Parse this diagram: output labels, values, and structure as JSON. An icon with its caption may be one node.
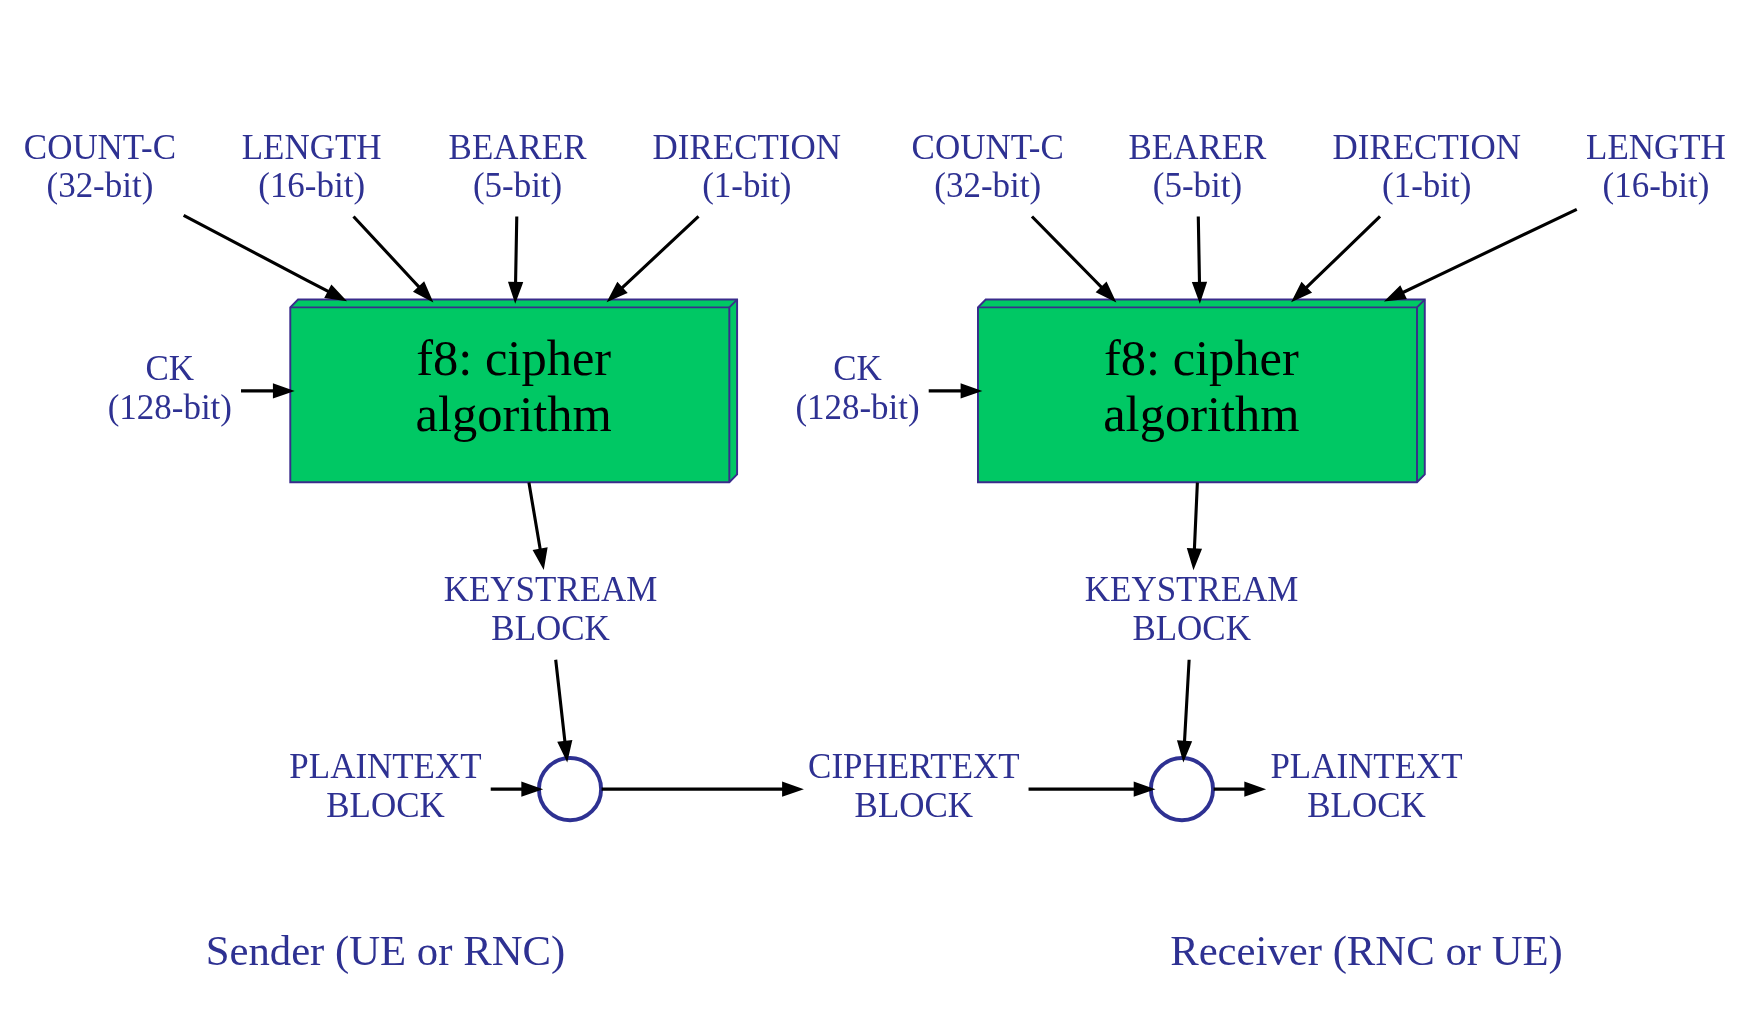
{
  "diagram": {
    "nodes": [
      {
        "text": [
          "COUNT-C (32-bit)"
        ]
      },
      {
        "text": [
          "BEARER (5-bit)"
        ]
      },
      {
        "text": [
          "DIRECTION (1-bit)"
        ]
      },
      {
        "text": [
          "LENGTH (16-bit)"
        ]
      },
      {
        "text": [
          "f8: cipher algorithm"
        ]
      },
      {
        "text": [
          "CK (128-bit)"
        ]
      },
      {
        "text": [
          "KEYSTREAM BLOCK"
        ]
      },
      {
        "text": [
          "PLAINTEXT BLOCK"
        ]
      },
      {
        "text": [],
        "shape": "circle"
      },
      {
        "text": [
          "CIPHERTEXT BLOCK"
        ]
      },
      {
        "text": [
          "COUNT-C (32-bit)"
        ]
      },
      {
        "text": [
          "BEARER (5-bit)"
        ]
      },
      {
        "text": [
          "DIRECTION (1-bit)"
        ]
      },
      {
        "text": [
          "LENGTH (16-bit)"
        ]
      },
      {
        "text": [
          "f8: cipher algorithm"
        ]
      },
      {
        "text": [
          "CK (128-bit)"
        ]
      },
      {
        "text": [
          "KEYSTREAM BLOCK"
        ]
      },
      {
        "text": [],
        "shape": "circle"
      },
      {
        "text": [
          "PLAINTEXT BLOCK"
        ]
      }
    ],
    "edges": [
      {
        "from": 0,
        "to": 4,
        "arrow": "to"
      },
      {
        "from": 1,
        "to": 4,
        "arrow": "to"
      },
      {
        "from": 2,
        "to": 4,
        "arrow": "to"
      },
      {
        "from": 3,
        "to": 4,
        "arrow": "to"
      },
      {
        "from": 5,
        "to": 4,
        "arrow": "to"
      },
      {
        "from": 4,
        "to": 6,
        "arrow": "to"
      },
      {
        "from": 6,
        "to": 8,
        "arrow": "to"
      },
      {
        "from": 7,
        "to": 8,
        "arrow": "to"
      },
      {
        "from": 8,
        "to": 9,
        "arrow": "to"
      },
      {
        "from": 10,
        "to": 14,
        "arrow": "to"
      },
      {
        "from": 11,
        "to": 14,
        "arrow": "to"
      },
      {
        "from": 12,
        "to": 14,
        "arrow": "to"
      },
      {
        "from": 13,
        "to": 14,
        "arrow": "to"
      },
      {
        "from": 15,
        "to": 14,
        "arrow": "to"
      },
      {
        "from": 14,
        "to": 16,
        "arrow": "to"
      },
      {
        "from": 9,
        "to": 17,
        "arrow": "to"
      },
      {
        "from": 16,
        "to": 17,
        "arrow": "to"
      },
      {
        "from": 17,
        "to": 18,
        "arrow": "to"
      }
    ],
    "labels": [
      "Sender (UE or RNC)",
      "Receiver (RNC or UE)"
    ]
  }
}
